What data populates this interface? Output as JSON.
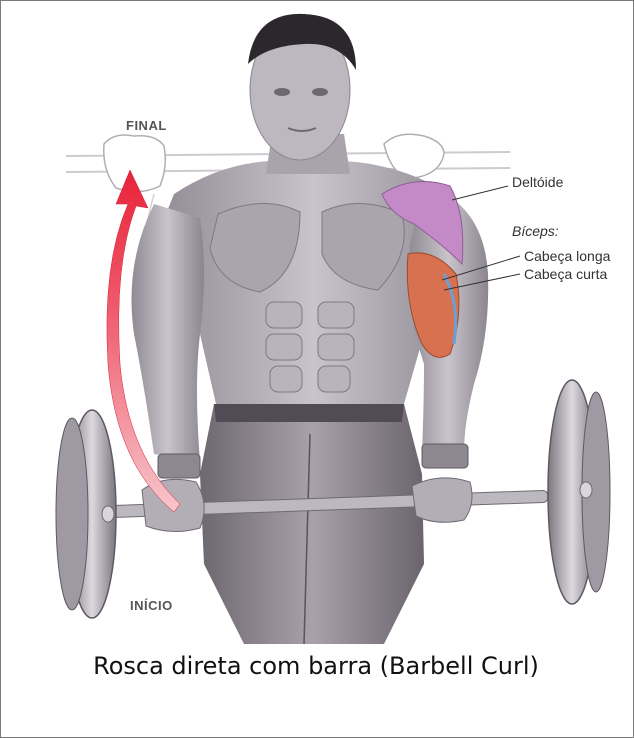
{
  "illustration": {
    "label_final": "FINAL",
    "label_inicio": "INÍCIO",
    "label_deltoide": "Deltóide",
    "label_biceps": "Bíceps:",
    "label_cabeca_longa": "Cabeça longa",
    "label_cabeca_curta": "Cabeça curta"
  },
  "caption": "Rosca direta com barra (Barbell Curl)",
  "colors": {
    "arrow": "#e8233a",
    "deltoid": "#c48ac7",
    "biceps": "#d8714f",
    "skin": "#b6b0b8"
  }
}
